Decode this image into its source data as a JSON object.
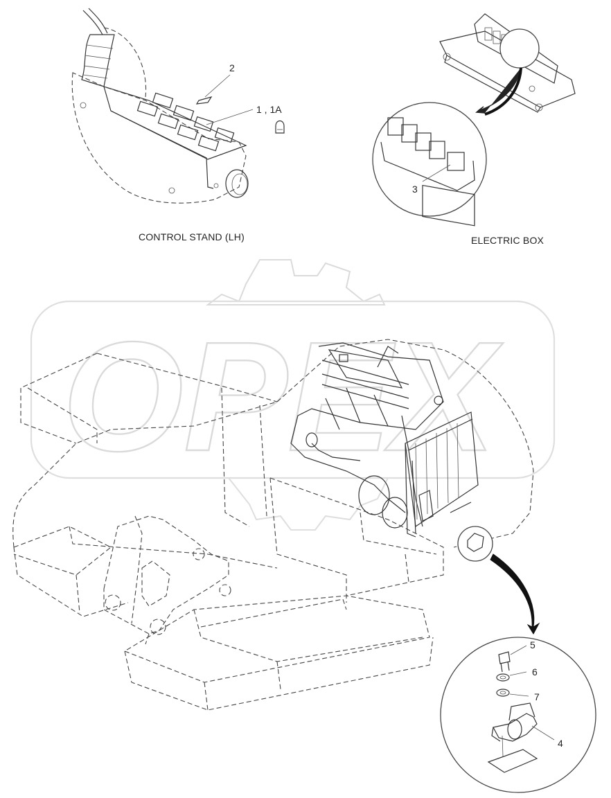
{
  "labels": {
    "control_stand": "CONTROL STAND (LH)",
    "electric_box": "ELECTRIC BOX"
  },
  "callouts": {
    "c2": "2",
    "c1": "1 , 1A",
    "c3": "3",
    "c4": "4",
    "c5": "5",
    "c6": "6",
    "c7": "7"
  },
  "watermark": {
    "brand": "OPEX",
    "color": "#bdbdbd"
  }
}
